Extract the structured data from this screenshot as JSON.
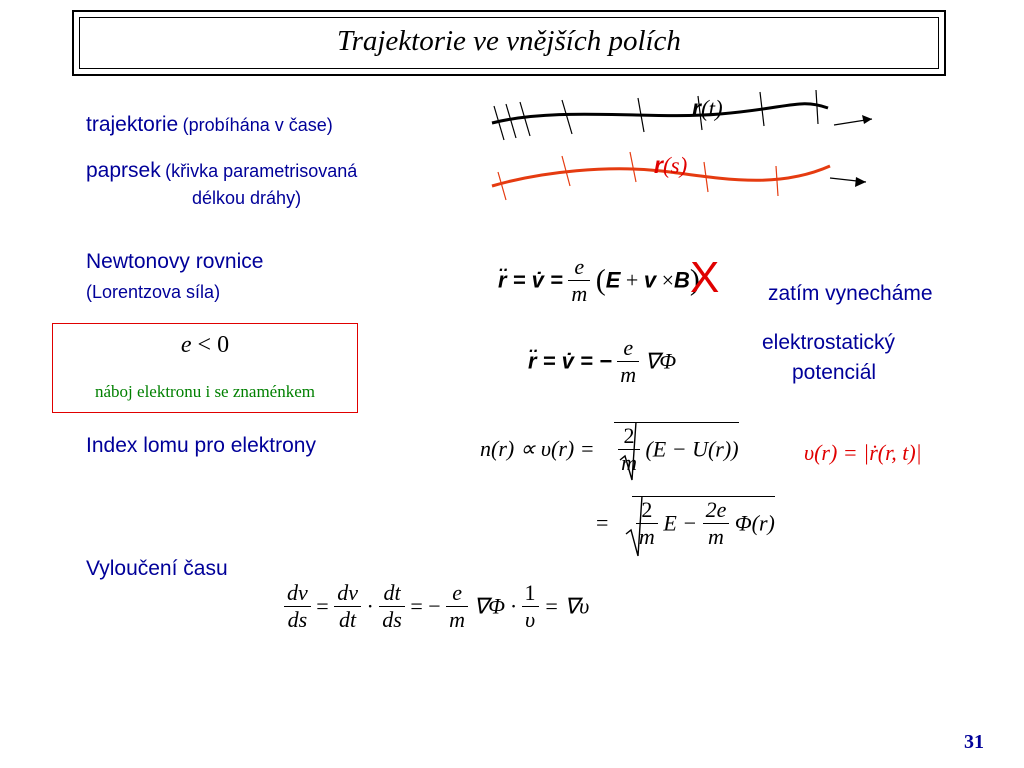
{
  "title": "Trajektorie ve vnějších polích",
  "labels": {
    "trajectory_main": "trajektorie",
    "trajectory_note": "(probíhána v čase)",
    "ray_main": "paprsek",
    "ray_note1": "(křivka parametrisovaná",
    "ray_note2": "délkou dráhy)",
    "newton_main": "Newtonovy rovnice",
    "newton_note": "(Lorentzova síla)",
    "omit": "zatím vynecháme",
    "potential1": "elektrostatický",
    "potential2": "potenciál",
    "index": "Index lomu pro elektrony",
    "time_elim": "Vyloučení času"
  },
  "box": {
    "equation_lhs": "e",
    "equation_rel": "<",
    "equation_rhs": "0",
    "caption": "náboj elektronu i se znaménkem"
  },
  "diagram": {
    "black_label_vec": "r",
    "black_label_arg": "(t)",
    "red_label_vec": "r",
    "red_label_arg": "(s)"
  },
  "equations": {
    "lorentz": {
      "lhs": "r̈ = v̇ =",
      "num": "e",
      "den": "m",
      "open": "(",
      "E": "E",
      "plus": "+",
      "v": "v",
      "times": "×",
      "B": "B",
      "close": ")",
      "cross": "X"
    },
    "electro": {
      "lhs": "r̈ = v̇ = −",
      "num": "e",
      "den": "m",
      "rhs": "∇Φ"
    },
    "index1": {
      "lhs": "n(r) ∝ υ(r) =",
      "num": "2",
      "den": "m",
      "rhs": "(E − U(r))"
    },
    "speed": {
      "lhs": "υ(r) =",
      "rhs": "|ṙ(r, t)|"
    },
    "index2": {
      "lhs": "=",
      "num1": "2",
      "den1": "m",
      "mid": "E −",
      "num2": "2e",
      "den2": "m",
      "rhs": "Φ(r)"
    },
    "elim": {
      "n1": "dv",
      "d1": "ds",
      "eq1": "=",
      "n2": "dv",
      "d2": "dt",
      "dot1": "·",
      "n3": "dt",
      "d3": "ds",
      "eq2": "= −",
      "n4": "e",
      "d4": "m",
      "grad": "∇Φ ·",
      "n5": "1",
      "d5": "υ",
      "rhs": "= ∇υ"
    }
  },
  "page_number": "31",
  "colors": {
    "accent_text": "#000099",
    "red": "#e00000",
    "green": "#008000"
  }
}
